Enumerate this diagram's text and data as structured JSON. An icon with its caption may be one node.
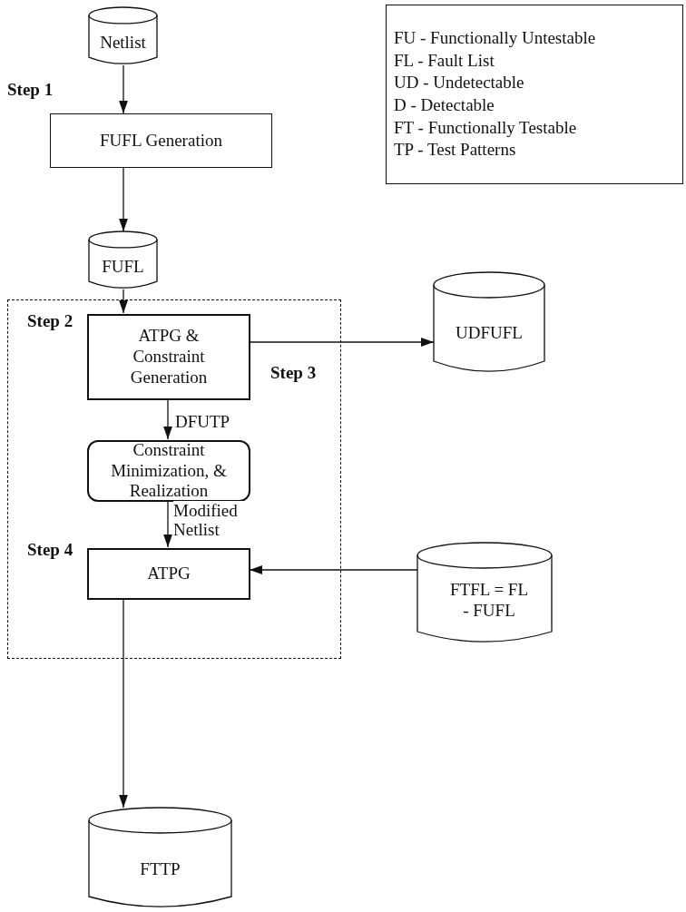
{
  "diagram": {
    "nodes": [
      {
        "text": [
          "Netlist"
        ]
      },
      {
        "text": [
          "FUFL Generation"
        ],
        "beside": [
          "Step 1"
        ]
      },
      {
        "text": [
          "FUFL"
        ]
      },
      {
        "text": [],
        "shape": "box"
      },
      {
        "text": [
          "ATPG & Constraint Generation"
        ],
        "beside": [
          "Step 2"
        ],
        "in": 3
      },
      {
        "text": [
          "UDFUFL"
        ]
      },
      {
        "text": [
          "Constraint Minimization, & Realization"
        ],
        "in": 3
      },
      {
        "text": [
          "ATPG"
        ],
        "beside": [
          "Step 4"
        ],
        "in": 3
      },
      {
        "text": [
          "FTFL = FL - FUFL"
        ]
      },
      {
        "text": [
          "FTTP"
        ]
      },
      {
        "text": [
          "FU - Functionally Untestable",
          "FL - Fault List",
          "UD - Undetectable",
          "D - Detectable",
          "FT - Functionally Testable",
          "TP - Test Patterns"
        ]
      }
    ],
    "edges": [
      {
        "from": 0,
        "to": 1,
        "arrow": "to"
      },
      {
        "from": 1,
        "to": 2,
        "arrow": "to"
      },
      {
        "from": 2,
        "to": 4,
        "arrow": "to"
      },
      {
        "from": 4,
        "to": 5,
        "arrow": "to"
      },
      {
        "from": 4,
        "to": 6,
        "label": "DFUTP",
        "arrow": "to"
      },
      {
        "from": 6,
        "to": 7,
        "label": "Modified Netlist",
        "arrow": "to"
      },
      {
        "from": 8,
        "to": 7,
        "arrow": "to"
      },
      {
        "from": 7,
        "to": 9,
        "arrow": "to"
      }
    ],
    "labels": [
      "Step 3"
    ]
  }
}
